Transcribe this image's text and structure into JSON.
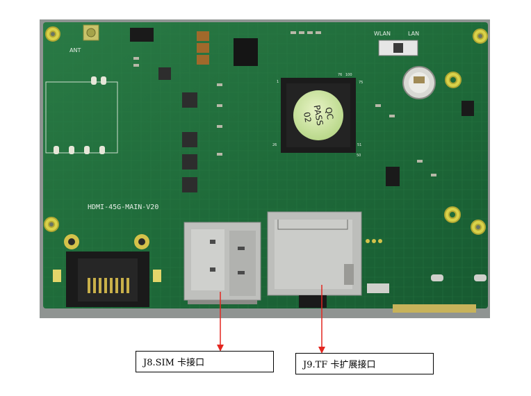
{
  "silkscreen": {
    "ant": "ANT",
    "wlan": "WLAN",
    "lan": "LAN",
    "board_name": "HDMI-45G-MAIN-V20",
    "qc_line1": "QC",
    "qc_line2": "PASS",
    "qc_line3": "02",
    "pin_100": "100",
    "pin_1": "1",
    "pin_26": "26",
    "pin_50": "50",
    "pin_51": "51",
    "pin_75": "75",
    "pin_76": "76"
  },
  "callouts": [
    {
      "text": "J8.SIM 卡接口"
    },
    {
      "text": "J9.TF 卡扩展接口"
    }
  ],
  "colors": {
    "pcb_green": "#1f6b3a",
    "pcb_dark": "#0f4a28",
    "gold": "#d4c24a",
    "arrow_red": "#e3261f"
  }
}
